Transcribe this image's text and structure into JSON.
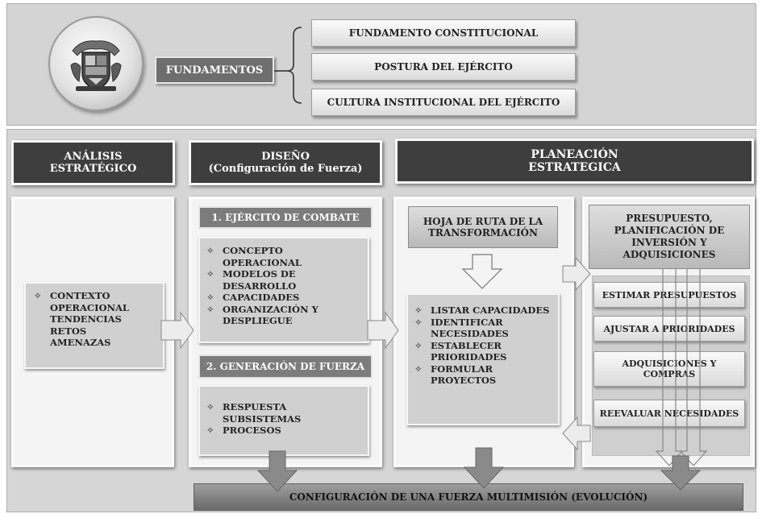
{
  "fundamentos": {
    "label": "FUNDAMENTOS",
    "items": [
      "FUNDAMENTO CONSTITUCIONAL",
      "POSTURA DEL EJÉRCITO",
      "CULTURA INSTITUCIONAL DEL EJÉRCITO"
    ]
  },
  "headers": {
    "analisis": [
      "ANÁLISIS",
      "ESTRATÉGICO"
    ],
    "diseno": [
      "DISEÑO",
      "(Configuración de Fuerza)"
    ],
    "planeacion": [
      "PLANEACIÓN",
      "ESTRATEGICA"
    ]
  },
  "analisis_items": [
    "CONTEXTO",
    "OPERACIONAL",
    "TENDENCIAS",
    "RETOS",
    "AMENAZAS"
  ],
  "diseno": {
    "combate_title": "1. EJÉRCITO DE COMBATE",
    "combate_items": [
      "CONCEPTO OPERACIONAL",
      "MODELOS DE DESARROLLO",
      "CAPACIDADES",
      "ORGANIZACIÓN Y DESPLIEGUE"
    ],
    "generacion_title": "2. GENERACIÓN DE FUERZA",
    "generacion_items": [
      "RESPUESTA SUBSISTEMAS",
      "PROCESOS"
    ]
  },
  "hoja": {
    "title": [
      "HOJA DE RUTA DE LA",
      "TRANSFORMACIÓN"
    ],
    "items": [
      "LISTAR CAPACIDADES",
      "IDENTIFICAR NECESIDADES",
      "ESTABLECER PRIORIDADES",
      "FORMULAR PROYECTOS"
    ]
  },
  "presupuesto": {
    "title": [
      "PRESUPUESTO,",
      "PLANIFICACIÓN DE",
      "INVERSIÓN Y",
      "ADQUISICIONES"
    ],
    "steps": [
      "ESTIMAR PRESUPUESTOS",
      "AJUSTAR A PRIORIDADES",
      "ADQUISICIONES Y COMPRAS",
      "REEVALUAR NECESIDADES"
    ]
  },
  "footer": "CONFIGURACIÓN DE UNA FUERZA MULTIMISIÓN (EVOLUCIÓN)",
  "bullet_symbol": "✧",
  "colors": {
    "header_bg": "#3e3e3e",
    "frame_bg": "#d6d6d6",
    "panel_bg": "#d0d0d0"
  }
}
